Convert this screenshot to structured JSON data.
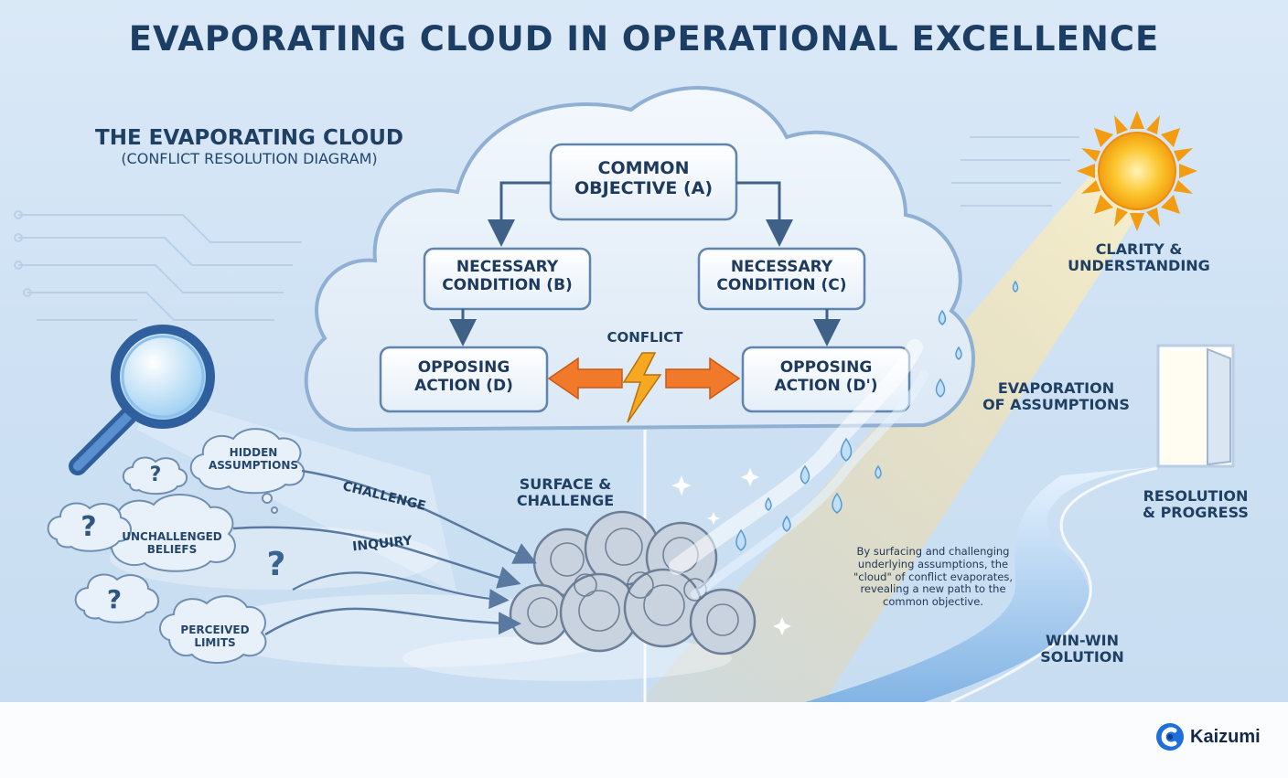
{
  "title": "EVAPORATING CLOUD IN OPERATIONAL EXCELLENCE",
  "subtitle": "THE EVAPORATING CLOUD",
  "subtitle_note": "(CONFLICT RESOLUTION DIAGRAM)",
  "nodes": {
    "a": "COMMON\nOBJECTIVE (A)",
    "b": "NECESSARY\nCONDITION (B)",
    "c": "NECESSARY\nCONDITION (C)",
    "d": "OPPOSING\nACTION (D)",
    "d_prime": "OPPOSING\nACTION (D')"
  },
  "conflict_label": "CONFLICT",
  "assumptions": {
    "hidden": "HIDDEN\nASSUMPTIONS",
    "unchallenged": "UNCHALLENGED\nBELIEFS",
    "perceived": "PERCEIVED\nLIMITS"
  },
  "question_mark": "?",
  "arrows": {
    "challenge": "CHALLENGE",
    "inquiry": "INQUIRY"
  },
  "surface_label": "SURFACE &\nCHALLENGE",
  "clarity_label": "CLARITY &\nUNDERSTANDING",
  "evaporation_label": "EVAPORATION\nOF ASSUMPTIONS",
  "resolution_label": "RESOLUTION\n& PROGRESS",
  "winwin_label": "WIN-WIN\nSOLUTION",
  "description": "By surfacing and challenging\nunderlying assumptions, the\n\"cloud\" of conflict evaporates,\nrevealing a new path to the\ncommon objective.",
  "brand": "Kaizumi",
  "colors": {
    "title": "#1c3d64",
    "node_border": "#5f84ad",
    "conflict_arrow": "#f07a2a",
    "bolt": "#f6a821",
    "sun": "#f6b21c",
    "brand": "#1e6fdc"
  },
  "icons": [
    "magnifier-icon",
    "sun-icon",
    "door-icon",
    "lightning-icon",
    "kaizumi-logo-icon"
  ]
}
